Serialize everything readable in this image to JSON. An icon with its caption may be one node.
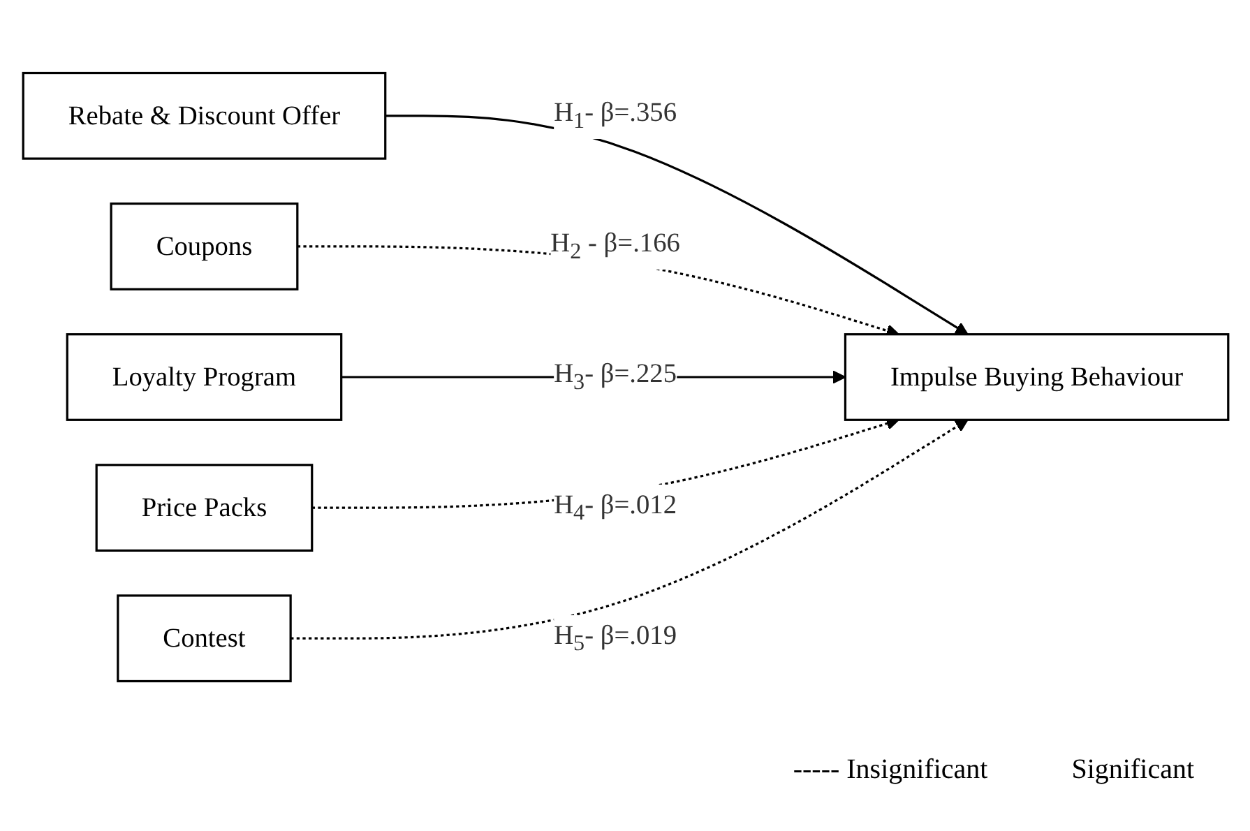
{
  "diagram": {
    "nodes": [
      {
        "text": [
          "Rebate & Discount Offer"
        ]
      },
      {
        "text": [
          "Coupons"
        ]
      },
      {
        "text": [
          "Loyalty Program"
        ]
      },
      {
        "text": [
          "Price Packs"
        ]
      },
      {
        "text": [
          "Contest"
        ]
      },
      {
        "text": [
          "Impulse Buying Behaviour"
        ]
      }
    ],
    "edges": [
      {
        "from": 0,
        "to": 5,
        "arrow": "to",
        "label": "H$_{1}$- β=.356"
      },
      {
        "from": 1,
        "to": 5,
        "arrow": "to",
        "label": "H$_{2}$ - β=.166",
        "style": "dashed"
      },
      {
        "from": 2,
        "to": 5,
        "arrow": "to",
        "label": "H$_{3}$- β=.225"
      },
      {
        "from": 3,
        "to": 5,
        "arrow": "to",
        "label": "H$_{4}$- β=.012",
        "style": "dashed"
      },
      {
        "from": 4,
        "to": 5,
        "arrow": "to",
        "label": "H$_{5}$- β=.019",
        "style": "dashed"
      }
    ],
    "legend": [
      {
        "text": "----- Insignificant"
      },
      {
        "text": "Significant"
      }
    ]
  }
}
